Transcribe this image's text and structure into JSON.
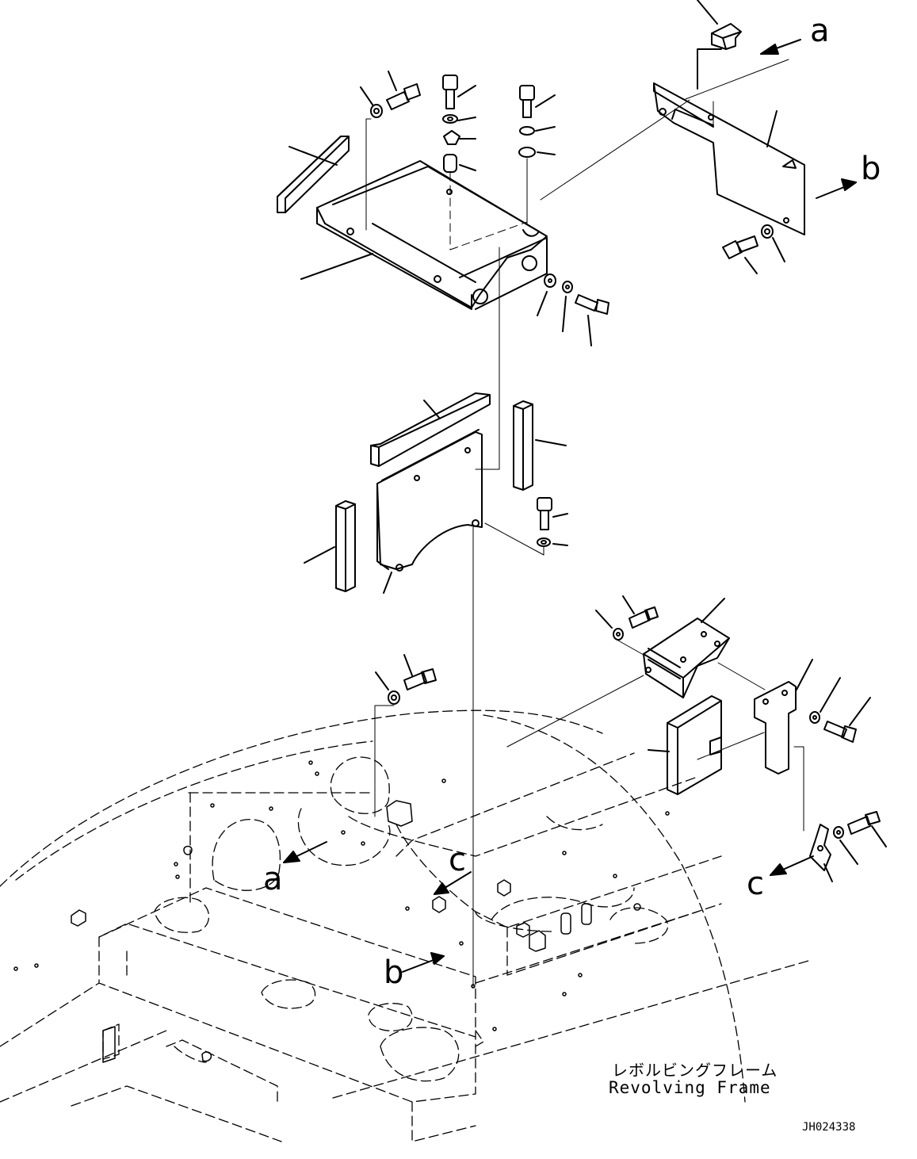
{
  "arrow_labels": {
    "a_top": "a",
    "b_right": "b",
    "a_frame": "a",
    "c_frame": "c",
    "b_frame": "b",
    "c_right": "c"
  },
  "frame_label": {
    "japanese": "レボルビングフレーム",
    "english": "Revolving Frame"
  },
  "drawing_id": "JH024338"
}
